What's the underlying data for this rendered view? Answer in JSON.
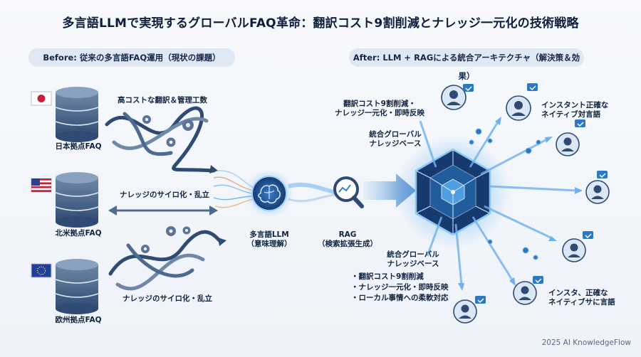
{
  "title": "多言語LLMで実現するグローバルFAQ革命：翻訳コスト9割削減とナレッジ一元化の技術戦略",
  "before_label": "Before: 従来の多言語FAQ運用（現状の課題）",
  "after_label": "After: LLM + RAGによる統合アーキテクチャ（解決策＆効果）",
  "sites": [
    {
      "label": "日本拠点FAQ",
      "flag": "jp-flag-icon"
    },
    {
      "label": "北米拠点FAQ",
      "flag": "us-flag-icon"
    },
    {
      "label": "欧州拠点FAQ",
      "flag": "eu-flag-icon"
    }
  ],
  "issues": {
    "cost": "高コストな翻訳＆管理工数",
    "silo1": "ナレッジのサイロ化・乱立",
    "silo2": "ナレッジのサイロ化・乱立"
  },
  "llm": {
    "line1": "多言語LLM",
    "line2": "（意味理解）",
    "icon": "brain-icon"
  },
  "rag": {
    "line1": "RAG",
    "line2": "（検索拡張生成）",
    "icon": "magnifier-icon"
  },
  "kb": {
    "top_line1": "統合グローバル",
    "top_line2": "ナレッジベース",
    "bottom_line1": "統合グローバル",
    "bottom_line2": "ナレッジベース"
  },
  "effect_top": {
    "line1": "翻訳コスト9割削減・",
    "line2": "ナレッジ一元化・即時反映"
  },
  "user_notes": {
    "top_line1": "インスタント正確な",
    "top_line2": "ネイティブ対言語",
    "bottom_line1": "インスタ、正確な",
    "bottom_line2": "ネイティブサに言語"
  },
  "bullets": [
    "・翻訳コスト9割削減",
    "・ナレッジ一元化・即時反映",
    "・ローカル事情への柔軟対応"
  ],
  "footer": "2025 AI KnowledgeFlow",
  "colors": {
    "navy": "#1f3a63",
    "accent": "#2b78c4",
    "glow": "#5aa9ee",
    "pill": "#dfe8f3"
  }
}
